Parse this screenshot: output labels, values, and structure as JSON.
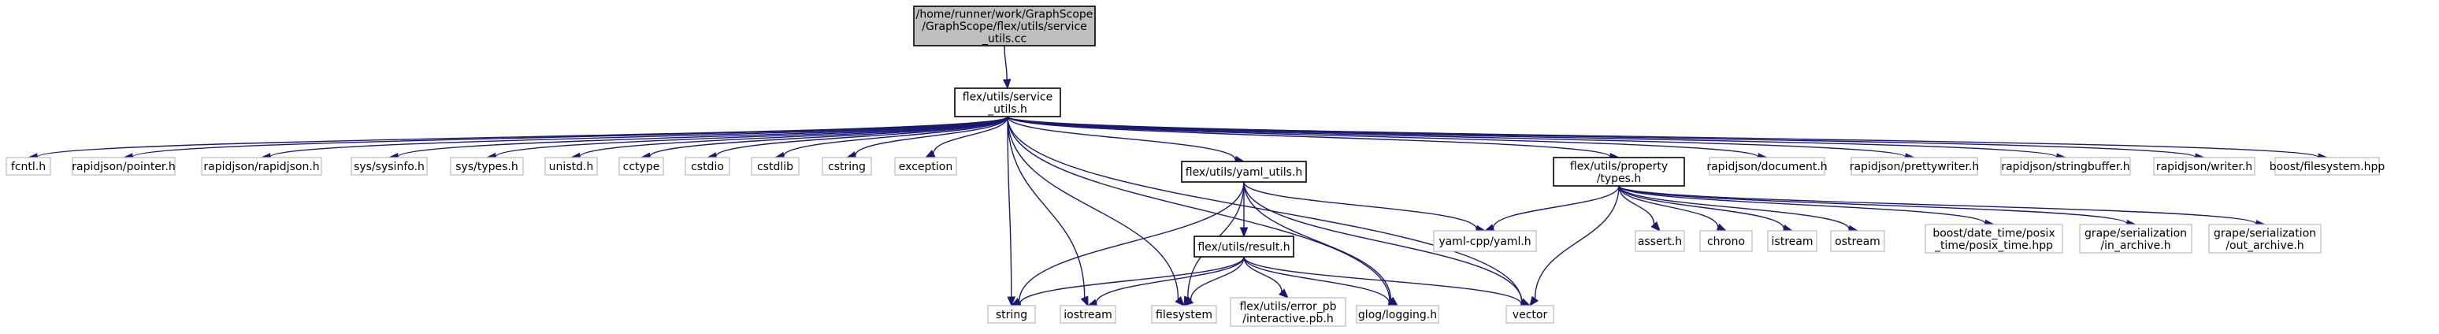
{
  "colors": {
    "edge": "#191970",
    "focus_fill": "#bfbfbf",
    "box_border_documented": "#000000",
    "box_border_external": "#bfbfbf"
  },
  "nodes": [
    {
      "id": "root",
      "lines": [
        "/home/runner/work/GraphScope",
        "/GraphScope/flex/utils/service",
        "_utils.cc"
      ],
      "kind": "focus"
    },
    {
      "id": "service_utils_h",
      "lines": [
        "flex/utils/service",
        "_utils.h"
      ],
      "kind": "documented"
    },
    {
      "id": "fcntl",
      "lines": [
        "fcntl.h"
      ],
      "kind": "external"
    },
    {
      "id": "rj_pointer",
      "lines": [
        "rapidjson/pointer.h"
      ],
      "kind": "external"
    },
    {
      "id": "rj_rapidjson",
      "lines": [
        "rapidjson/rapidjson.h"
      ],
      "kind": "external"
    },
    {
      "id": "sysinfo",
      "lines": [
        "sys/sysinfo.h"
      ],
      "kind": "external"
    },
    {
      "id": "systypes",
      "lines": [
        "sys/types.h"
      ],
      "kind": "external"
    },
    {
      "id": "unistd",
      "lines": [
        "unistd.h"
      ],
      "kind": "external"
    },
    {
      "id": "cctype",
      "lines": [
        "cctype"
      ],
      "kind": "external"
    },
    {
      "id": "cstdio",
      "lines": [
        "cstdio"
      ],
      "kind": "external"
    },
    {
      "id": "cstdlib",
      "lines": [
        "cstdlib"
      ],
      "kind": "external"
    },
    {
      "id": "cstring",
      "lines": [
        "cstring"
      ],
      "kind": "external"
    },
    {
      "id": "exception",
      "lines": [
        "exception"
      ],
      "kind": "external"
    },
    {
      "id": "yaml_utils",
      "lines": [
        "flex/utils/yaml_utils.h"
      ],
      "kind": "documented"
    },
    {
      "id": "prop_types",
      "lines": [
        "flex/utils/property",
        "/types.h"
      ],
      "kind": "documented"
    },
    {
      "id": "rj_document",
      "lines": [
        "rapidjson/document.h"
      ],
      "kind": "external"
    },
    {
      "id": "rj_prettywriter",
      "lines": [
        "rapidjson/prettywriter.h"
      ],
      "kind": "external"
    },
    {
      "id": "rj_stringbuffer",
      "lines": [
        "rapidjson/stringbuffer.h"
      ],
      "kind": "external"
    },
    {
      "id": "rj_writer",
      "lines": [
        "rapidjson/writer.h"
      ],
      "kind": "external"
    },
    {
      "id": "boost_fs",
      "lines": [
        "boost/filesystem.hpp"
      ],
      "kind": "external"
    },
    {
      "id": "result_h",
      "lines": [
        "flex/utils/result.h"
      ],
      "kind": "documented"
    },
    {
      "id": "yamlcpp",
      "lines": [
        "yaml-cpp/yaml.h"
      ],
      "kind": "external"
    },
    {
      "id": "assert",
      "lines": [
        "assert.h"
      ],
      "kind": "external"
    },
    {
      "id": "chrono",
      "lines": [
        "chrono"
      ],
      "kind": "external"
    },
    {
      "id": "istream",
      "lines": [
        "istream"
      ],
      "kind": "external"
    },
    {
      "id": "ostream",
      "lines": [
        "ostream"
      ],
      "kind": "external"
    },
    {
      "id": "posix_time",
      "lines": [
        "boost/date_time/posix",
        "_time/posix_time.hpp"
      ],
      "kind": "external"
    },
    {
      "id": "in_archive",
      "lines": [
        "grape/serialization",
        "/in_archive.h"
      ],
      "kind": "external"
    },
    {
      "id": "out_archive",
      "lines": [
        "grape/serialization",
        "/out_archive.h"
      ],
      "kind": "external"
    },
    {
      "id": "string",
      "lines": [
        "string"
      ],
      "kind": "external"
    },
    {
      "id": "iostream",
      "lines": [
        "iostream"
      ],
      "kind": "external"
    },
    {
      "id": "filesystem",
      "lines": [
        "filesystem"
      ],
      "kind": "external"
    },
    {
      "id": "error_pb",
      "lines": [
        "flex/utils/error_pb",
        "/interactive.pb.h"
      ],
      "kind": "external"
    },
    {
      "id": "glog",
      "lines": [
        "glog/logging.h"
      ],
      "kind": "external"
    },
    {
      "id": "vector",
      "lines": [
        "vector"
      ],
      "kind": "external"
    }
  ],
  "edges": [
    [
      "root",
      "service_utils_h"
    ],
    [
      "service_utils_h",
      "fcntl"
    ],
    [
      "service_utils_h",
      "rj_pointer"
    ],
    [
      "service_utils_h",
      "rj_rapidjson"
    ],
    [
      "service_utils_h",
      "sysinfo"
    ],
    [
      "service_utils_h",
      "systypes"
    ],
    [
      "service_utils_h",
      "unistd"
    ],
    [
      "service_utils_h",
      "cctype"
    ],
    [
      "service_utils_h",
      "cstdio"
    ],
    [
      "service_utils_h",
      "cstdlib"
    ],
    [
      "service_utils_h",
      "cstring"
    ],
    [
      "service_utils_h",
      "exception"
    ],
    [
      "service_utils_h",
      "yaml_utils"
    ],
    [
      "service_utils_h",
      "prop_types"
    ],
    [
      "service_utils_h",
      "rj_document"
    ],
    [
      "service_utils_h",
      "rj_prettywriter"
    ],
    [
      "service_utils_h",
      "rj_stringbuffer"
    ],
    [
      "service_utils_h",
      "rj_writer"
    ],
    [
      "service_utils_h",
      "boost_fs"
    ],
    [
      "service_utils_h",
      "string"
    ],
    [
      "service_utils_h",
      "iostream"
    ],
    [
      "service_utils_h",
      "filesystem"
    ],
    [
      "service_utils_h",
      "glog"
    ],
    [
      "service_utils_h",
      "vector"
    ],
    [
      "yaml_utils",
      "result_h"
    ],
    [
      "yaml_utils",
      "yamlcpp"
    ],
    [
      "yaml_utils",
      "string"
    ],
    [
      "yaml_utils",
      "filesystem"
    ],
    [
      "yaml_utils",
      "glog"
    ],
    [
      "yaml_utils",
      "vector"
    ],
    [
      "result_h",
      "string"
    ],
    [
      "result_h",
      "iostream"
    ],
    [
      "result_h",
      "filesystem"
    ],
    [
      "result_h",
      "error_pb"
    ],
    [
      "result_h",
      "glog"
    ],
    [
      "result_h",
      "vector"
    ],
    [
      "prop_types",
      "yamlcpp"
    ],
    [
      "prop_types",
      "assert"
    ],
    [
      "prop_types",
      "chrono"
    ],
    [
      "prop_types",
      "istream"
    ],
    [
      "prop_types",
      "ostream"
    ],
    [
      "prop_types",
      "posix_time"
    ],
    [
      "prop_types",
      "in_archive"
    ],
    [
      "prop_types",
      "out_archive"
    ],
    [
      "prop_types",
      "vector"
    ]
  ]
}
